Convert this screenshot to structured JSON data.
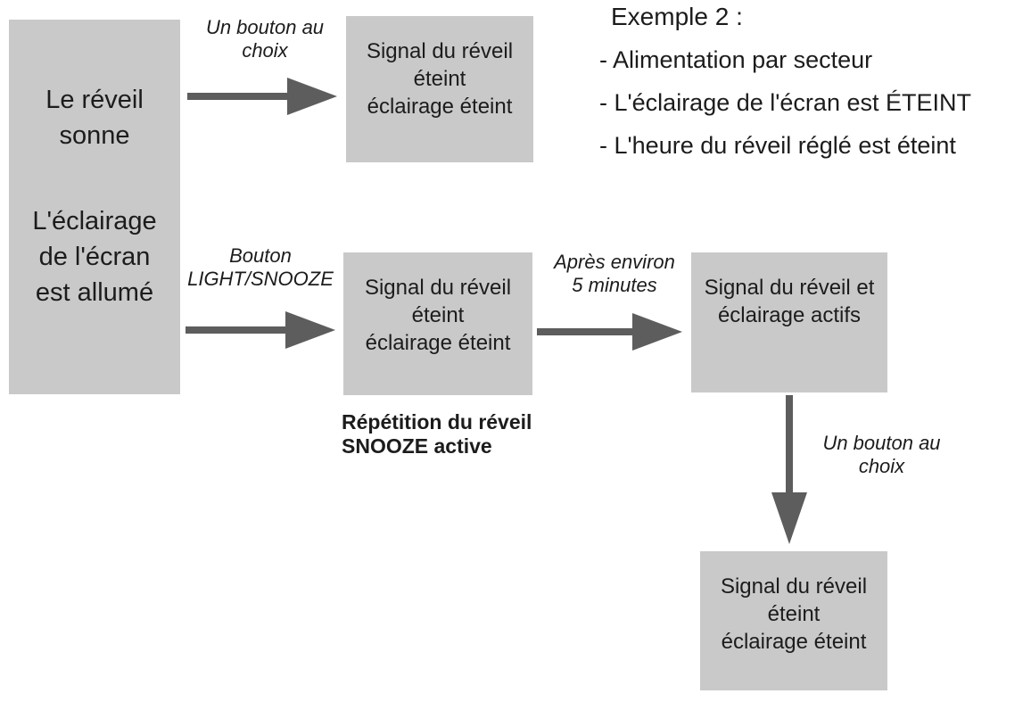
{
  "theme": {
    "background": "#ffffff",
    "box_fill": "#c9c9c9",
    "arrow_color": "#5d5d5d",
    "text_color": "#1c1c1c"
  },
  "note": {
    "title": "Exemple 2 :",
    "items": [
      "- Alimentation par secteur",
      "- L'éclairage de l'écran est ÉTEINT",
      "- L'heure du réveil réglé est éteint"
    ]
  },
  "flow": {
    "start_box": {
      "para1": "Le réveil\nsonne",
      "para2": "L'éclairage\nde l'écran\nest allumé"
    },
    "top_result_box": "Signal du réveil\néteint\néclairage éteint",
    "snooze_box": "Signal du réveil\néteint\néclairage éteint",
    "snooze_caption": "Répétition du réveil\nSNOOZE active",
    "active_box": "Signal du réveil et\néclairage actifs",
    "final_box": "Signal du réveil\néteint\néclairage éteint",
    "labels": {
      "any_button_top": "Un bouton au\nchoix",
      "light_snooze": "Bouton\nLIGHT/SNOOZE",
      "after_5min": "Après environ\n5 minutes",
      "any_button_bottom": "Un bouton au\nchoix"
    }
  }
}
